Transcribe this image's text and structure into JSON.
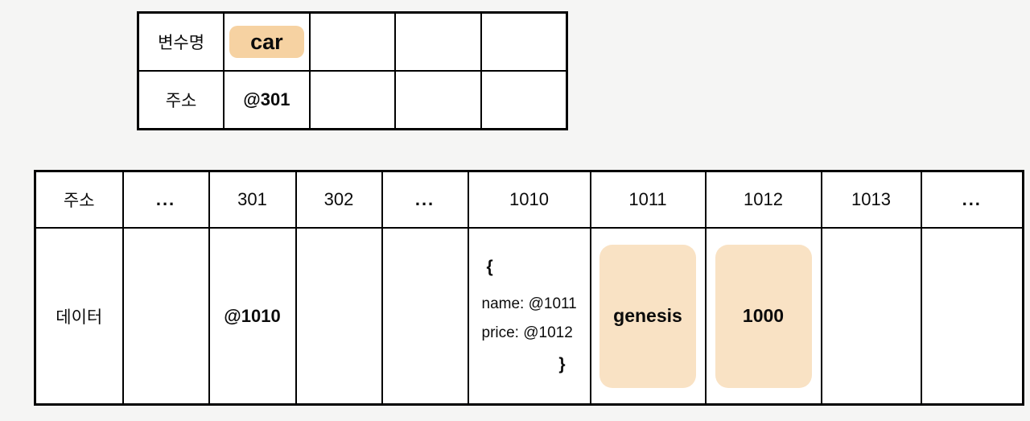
{
  "colors": {
    "page_bg": "#f5f5f4",
    "cell_bg": "#ffffff",
    "border": "#000000",
    "highlight_strong": "#f6d2a2",
    "highlight_soft": "#f9e2c4",
    "text": "#0b0b0b"
  },
  "variable_table": {
    "rows": [
      {
        "label": "변수명",
        "value": "car"
      },
      {
        "label": "주소",
        "value": "@301"
      }
    ]
  },
  "memory_table": {
    "header_label": "주소",
    "data_label": "데이터",
    "addresses": [
      "...",
      "301",
      "302",
      "...",
      "1010",
      "1011",
      "1012",
      "1013",
      "..."
    ],
    "pointer_cell": "@1010",
    "object_cell": {
      "brace_open": "{",
      "property_1": "name: @1011",
      "property_2": "price: @1012",
      "brace_close": "}"
    },
    "value_cells": {
      "name_value": "genesis",
      "price_value": "1000"
    }
  }
}
